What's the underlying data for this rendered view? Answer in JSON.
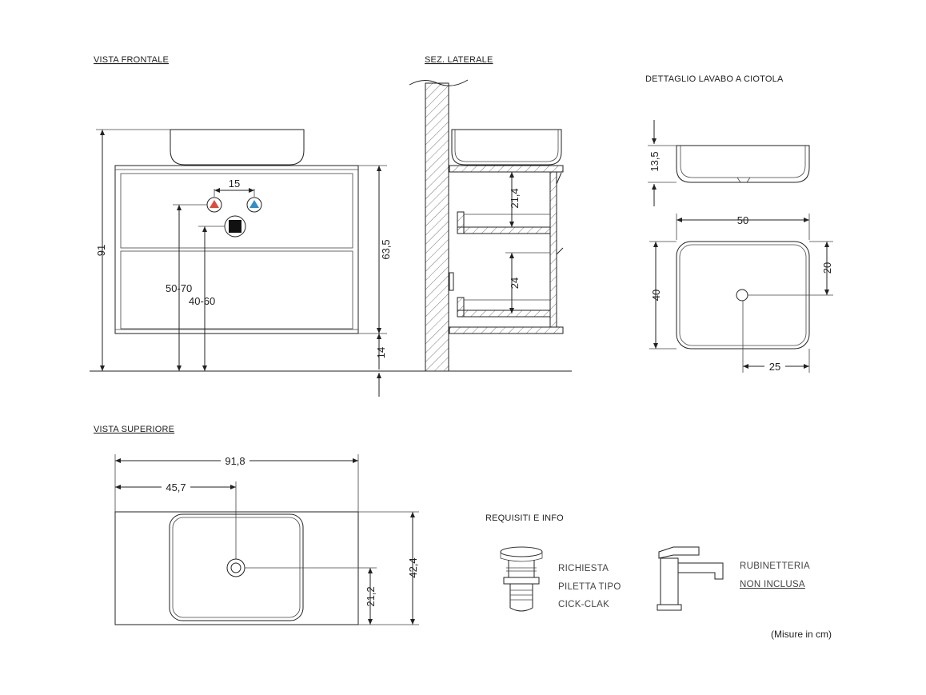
{
  "views": {
    "front": "VISTA FRONTALE",
    "side": "SEZ. LATERALE",
    "top": "VISTA SUPERIORE",
    "bowl_detail": "DETTAGLIO LAVABO A CIOTOLA"
  },
  "front_dims": {
    "tap_spacing": "15",
    "total_height": "91",
    "cabinet_height": "63,5",
    "hot_water": "50-70",
    "drain": "40-60",
    "floor_gap": "14"
  },
  "side_dims": {
    "upper_drawer": "21,4",
    "lower_drawer": "24"
  },
  "bowl_dims": {
    "height": "13,5",
    "width": "50",
    "depth": "40",
    "drain_depth": "20",
    "drain_offset": "25"
  },
  "top_dims": {
    "total_width": "91,8",
    "half_width": "45,7",
    "depth": "42,4",
    "half_depth": "21,2"
  },
  "info": {
    "title": "REQUISITI E INFO",
    "drain_line1": "RICHIESTA",
    "drain_line2": "PILETTA TIPO",
    "drain_line3": "CICK-CLAK",
    "tap_line1": "RUBINETTERIA",
    "tap_line2": "NON INCLUSA"
  },
  "footnote": "(Misure in cm)",
  "colors": {
    "hot": "#e04a3a",
    "cold": "#2f8fc8"
  },
  "icons": [
    "hot-water-icon",
    "cold-water-icon",
    "drain-icon",
    "click-clack-drain-icon",
    "mixer-tap-icon"
  ]
}
